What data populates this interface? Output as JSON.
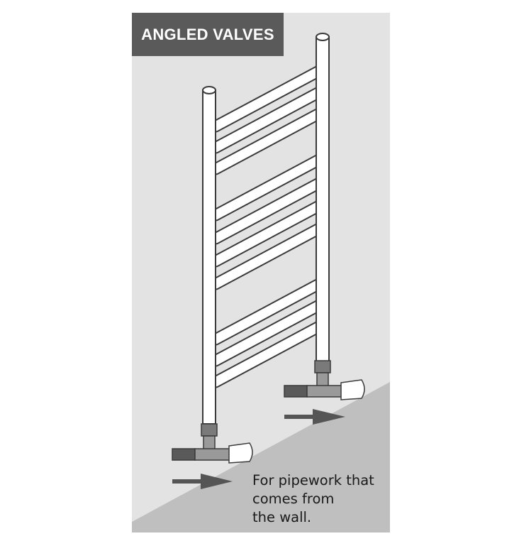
{
  "title": "ANGLED VALVES",
  "caption": {
    "line1": "For pipework that",
    "line2": "comes from",
    "line3": "the wall."
  },
  "colors": {
    "wall": "#e3e3e3",
    "floor": "#bfbfbf",
    "title_box": "#5a5a5a",
    "rail_fill": "#ffffff",
    "rail_outline": "#3a3a3a",
    "valve_body": "#7a7a7a",
    "arrow": "#555555"
  },
  "icons": {
    "arrow": "right-arrow-icon",
    "valve": "angled-valve-icon"
  }
}
